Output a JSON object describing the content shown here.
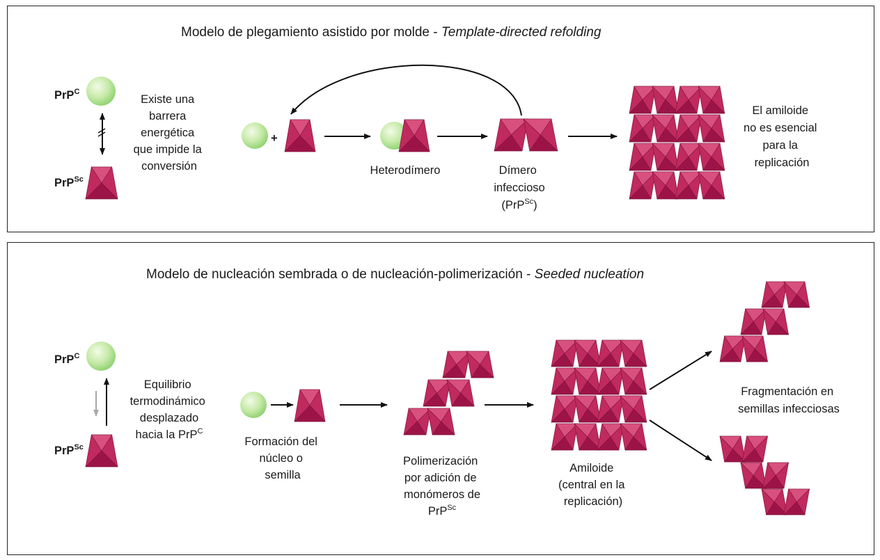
{
  "top": {
    "title_main": "Modelo de plegamiento asistido por molde - ",
    "title_italic": "Template-directed refolding",
    "prpc": {
      "base": "PrP",
      "sup": "C"
    },
    "prpsc": {
      "base": "PrP",
      "sup": "Sc"
    },
    "barrier_lines": [
      "Existe una",
      "barrera",
      "energética",
      "que impide la",
      "conversión"
    ],
    "plus": "+",
    "heterodimer": "Heterodímero",
    "dimer_lines": [
      "Dímero",
      "infeccioso"
    ],
    "dimer_paren": {
      "open": "(PrP",
      "sup": "Sc",
      "close": ")"
    },
    "amyloid_lines": [
      "El amiloide",
      "no es esencial",
      "para la",
      "replicación"
    ]
  },
  "bottom": {
    "title_main": "Modelo de nucleación sembrada o de nucleación-polimerización - ",
    "title_italic": "Seeded nucleation",
    "prpc": {
      "base": "PrP",
      "sup": "C"
    },
    "prpsc": {
      "base": "PrP",
      "sup": "Sc"
    },
    "equilibrium_lines": [
      "Equilibrio",
      "termodinámico",
      "desplazado"
    ],
    "equilibrium_last": {
      "base": "hacia la PrP",
      "sup": "C"
    },
    "nucleus_lines": [
      "Formación del",
      "núcleo o",
      "semilla"
    ],
    "poly_lines": [
      "Polimerización",
      "por adición de",
      "monómeros de"
    ],
    "poly_last": {
      "base": "PrP",
      "sup": "Sc"
    },
    "amyloid_lines": [
      "Amiloide",
      "(central en la",
      "replicación)"
    ],
    "fragment_lines": [
      "Fragmentación en",
      "semillas infecciosas"
    ]
  },
  "colors": {
    "prion_dark": "#9c1447",
    "prion_mid": "#c02a5e",
    "prion_light": "#d8507e",
    "sphere_light": "#e9f8d8",
    "sphere_dark": "#8ccf6c",
    "arrow": "#111111",
    "arrow_grey": "#a8a8a8"
  }
}
